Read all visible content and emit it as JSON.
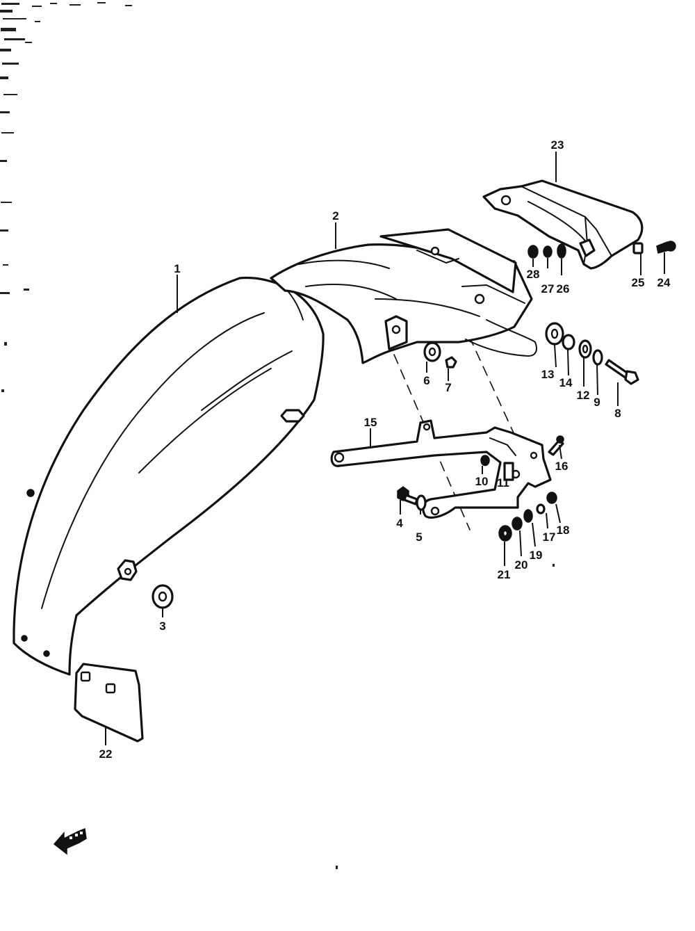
{
  "parts": {
    "p1": "1",
    "p2": "2",
    "p3": "3",
    "p4": "4",
    "p5": "5",
    "p6": "6",
    "p7": "7",
    "p8": "8",
    "p9": "9",
    "p10": "10",
    "p11": "11",
    "p12": "12",
    "p13": "13",
    "p14": "14",
    "p15": "15",
    "p16": "16",
    "p17": "17",
    "p18": "18",
    "p19": "19",
    "p20": "20",
    "p21": "21",
    "p22": "22",
    "p23": "23",
    "p24": "24",
    "p25": "25",
    "p26": "26",
    "p27": "27",
    "p28": "28"
  },
  "icons": {
    "front_arrow": "front-direction-arrow-icon"
  },
  "colors": {
    "ink": "#111111",
    "paper": "#ffffff"
  }
}
